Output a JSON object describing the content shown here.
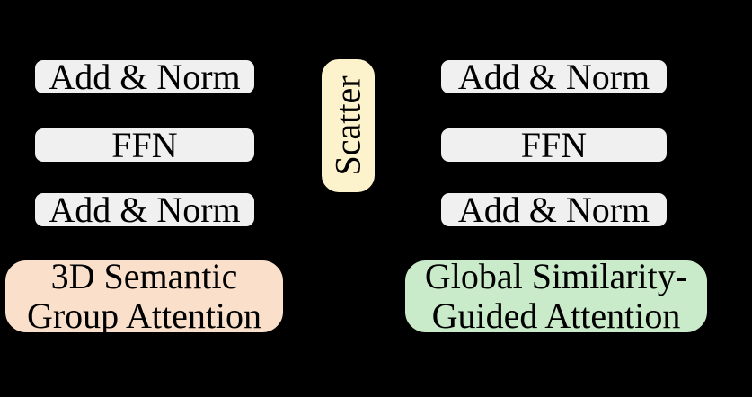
{
  "diagram": {
    "background_color": "#000000",
    "text_color": "#000000",
    "block_border_color": "#000000",
    "gray_fill": "#f0f0f0",
    "left_branch": {
      "blocks": [
        {
          "label": "Add & Norm"
        },
        {
          "label": "FFN"
        },
        {
          "label": "Add & Norm"
        }
      ],
      "attention_block": {
        "lines": {
          "0": "3D Semantic",
          "1": "Group Attention"
        },
        "fill": "#fadfcb"
      }
    },
    "scatter_block": {
      "label": "Scatter",
      "fill": "#fcf2cc"
    },
    "right_branch": {
      "blocks": [
        {
          "label": "Add & Norm"
        },
        {
          "label": "FFN"
        },
        {
          "label": "Add & Norm"
        }
      ],
      "attention_block": {
        "lines": {
          "0": "Global Similarity-",
          "1": "Guided Attention"
        },
        "fill": "#c9ebc9"
      }
    }
  }
}
